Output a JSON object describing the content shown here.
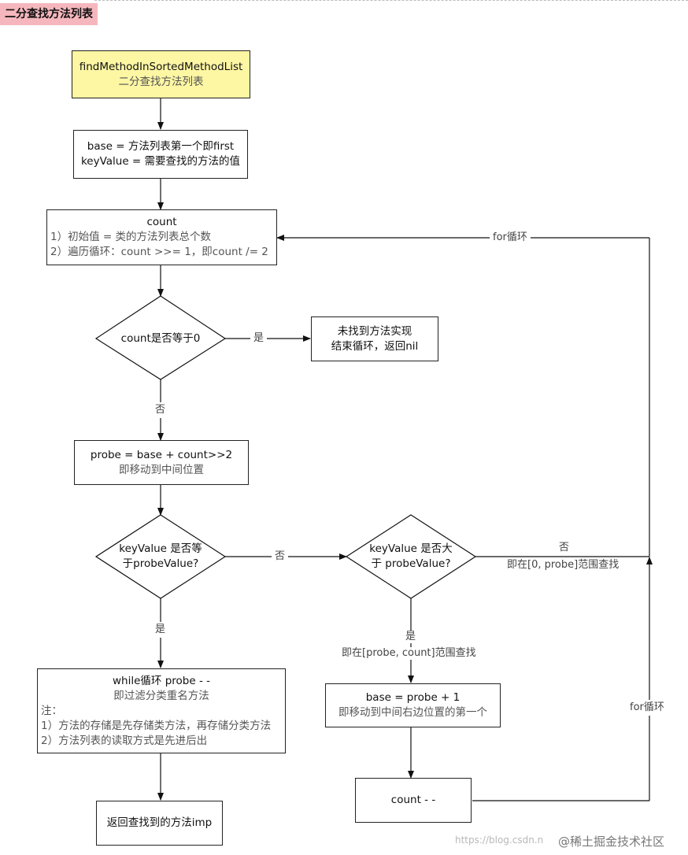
{
  "header": {
    "tag": "二分查找方法列表"
  },
  "boxes": {
    "start": {
      "title": "findMethodInSortedMethodList",
      "subtitle": "二分查找方法列表",
      "fill": "#fdf6a3"
    },
    "init": {
      "line1": "base = 方法列表第一个即first",
      "line2": "keyValue = 需要查找的方法的值"
    },
    "count": {
      "title": "count",
      "line1": "1）初始值 = 类的方法列表总个数",
      "line2": "2）遍历循环：count >>= 1，即count /= 2"
    },
    "notfound": {
      "line1": "未找到方法实现",
      "line2": "结束循环，返回nil"
    },
    "probe": {
      "line1": "probe = base + count>>2",
      "line2": "即移动到中间位置"
    },
    "whileloop": {
      "title": "while循环 probe - -",
      "subtitle": "即过滤分类重名方法",
      "note": "注：",
      "line1": "1）方法的存储是先存储类方法，再存储分类方法",
      "line2": "2）方法列表的读取方式是先进后出"
    },
    "base_inc": {
      "line1": "base = probe + 1",
      "line2": "即移动到中间右边位置的第一个"
    },
    "count_dec": {
      "line1": "count - -"
    },
    "return": {
      "line1": "返回查找到的方法imp"
    }
  },
  "diamonds": {
    "count_zero": {
      "text": "count是否等于0"
    },
    "equal": {
      "line1": "keyValue 是否等",
      "line2": "于probeValue?"
    },
    "greater": {
      "line1": "keyValue 是否大",
      "line2": "于 probeValue?"
    }
  },
  "labels": {
    "for_loop_top": "for循环",
    "yes_1": "是",
    "no_1": "否",
    "no_2": "否",
    "yes_2": "是",
    "no_3": "否",
    "no_3_desc": "即在[0, probe]范围查找",
    "yes_3": "是",
    "yes_3_desc": "即在[probe, count]范围查找",
    "for_loop_right": "for循环"
  },
  "watermark": {
    "url": "https://blog.csdn.n",
    "brand": "@稀土掘金技术社区"
  }
}
